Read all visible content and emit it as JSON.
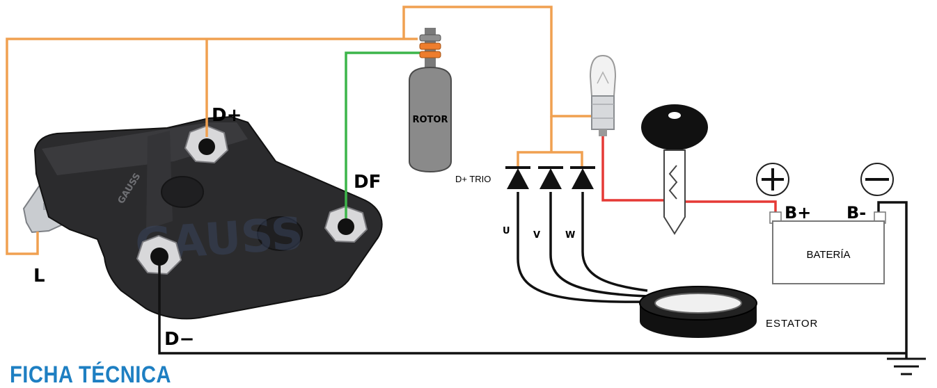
{
  "labels": {
    "d_plus": "D+",
    "df": "DF",
    "l": "L",
    "d_minus": "D−",
    "rotor": "ROTOR",
    "d_plus_trio": "D+ TRIO",
    "u": "U",
    "v": "V",
    "w": "W",
    "estator": "ESTATOR",
    "b_plus": "B+",
    "b_minus": "B-",
    "bateria": "BATERÍA"
  },
  "heading": "FICHA TÉCNICA",
  "logo_text": "GAUSS",
  "colors": {
    "field_wire": "#f0a050",
    "df_wire": "#3cb54a",
    "ignition_wire": "#e53935",
    "ground_wire": "#111111",
    "heading": "#1e7fc2",
    "regulator_body": "#2b2b2d"
  },
  "icons": {
    "plus": "plus-circle-icon",
    "minus": "minus-circle-icon",
    "ground": "ground-icon",
    "lamp": "lamp-bulb-icon",
    "key": "ignition-key-icon"
  }
}
